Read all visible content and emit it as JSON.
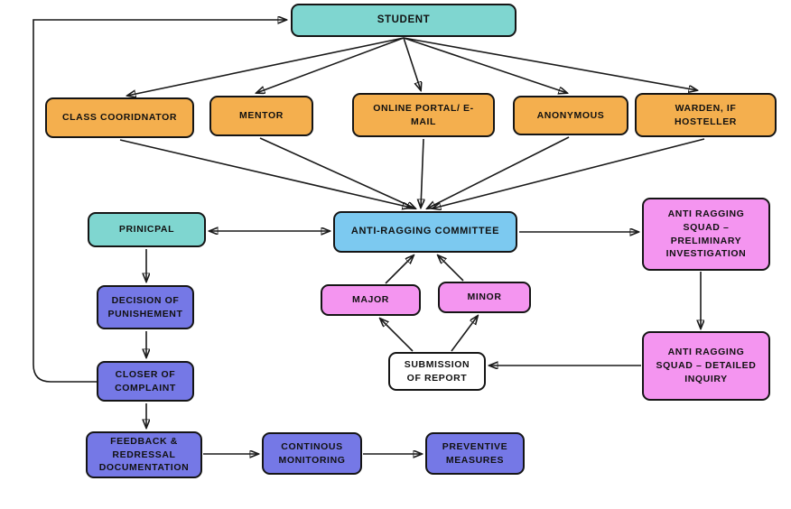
{
  "colors": {
    "teal": "#7fd6d0",
    "orange": "#f4af4e",
    "light_blue": "#7cc9f0",
    "pink": "#f495f0",
    "purple": "#7578e6",
    "white": "#ffffff",
    "line": "#1a1a1a",
    "background": "#ffffff"
  },
  "nodes": {
    "student": {
      "label": "STUDENT"
    },
    "class_coordinator": {
      "label": "CLASS COORIDNATOR"
    },
    "mentor": {
      "label": "MENTOR"
    },
    "online_portal": {
      "label": "ONLINE PORTAL/ E-MAIL"
    },
    "anonymous": {
      "label": "ANONYMOUS"
    },
    "warden": {
      "label": "WARDEN, IF HOSTELLER"
    },
    "principal": {
      "label": "PRINICPAL"
    },
    "committee": {
      "label": "ANTI-RAGGING COMMITTEE"
    },
    "squad_preliminary": {
      "label": "ANTI RAGGING SQUAD – PRELIMINARY INVESTIGATION"
    },
    "major": {
      "label": "MAJOR"
    },
    "minor": {
      "label": "MINOR"
    },
    "decision": {
      "label": "DECISION OF PUNISHEMENT"
    },
    "closure": {
      "label": "CLOSER OF COMPLAINT"
    },
    "submission": {
      "label": "SUBMISSION OF REPORT"
    },
    "squad_detailed": {
      "label": "ANTI RAGGING SQUAD – DETAILED INQUIRY"
    },
    "feedback": {
      "label": "FEEDBACK & REDRESSAL DOCUMENTATION"
    },
    "monitoring": {
      "label": "CONTINOUS MONITORING"
    },
    "preventive": {
      "label": "PREVENTIVE MEASURES"
    }
  },
  "edges": [
    {
      "from": "closure",
      "to": "student",
      "type": "arrow"
    },
    {
      "from": "student",
      "to": "class_coordinator",
      "type": "arrow"
    },
    {
      "from": "student",
      "to": "mentor",
      "type": "arrow"
    },
    {
      "from": "student",
      "to": "online_portal",
      "type": "arrow"
    },
    {
      "from": "student",
      "to": "anonymous",
      "type": "arrow"
    },
    {
      "from": "student",
      "to": "warden",
      "type": "arrow"
    },
    {
      "from": "class_coordinator",
      "to": "committee",
      "type": "arrow"
    },
    {
      "from": "mentor",
      "to": "committee",
      "type": "arrow"
    },
    {
      "from": "online_portal",
      "to": "committee",
      "type": "arrow"
    },
    {
      "from": "anonymous",
      "to": "committee",
      "type": "arrow"
    },
    {
      "from": "warden",
      "to": "committee",
      "type": "arrow"
    },
    {
      "from": "committee",
      "to": "principal",
      "type": "double-arrow"
    },
    {
      "from": "committee",
      "to": "squad_preliminary",
      "type": "arrow"
    },
    {
      "from": "principal",
      "to": "decision",
      "type": "arrow"
    },
    {
      "from": "decision",
      "to": "closure",
      "type": "arrow"
    },
    {
      "from": "closure",
      "to": "feedback",
      "type": "arrow"
    },
    {
      "from": "feedback",
      "to": "monitoring",
      "type": "arrow"
    },
    {
      "from": "monitoring",
      "to": "preventive",
      "type": "arrow"
    },
    {
      "from": "major",
      "to": "committee",
      "type": "arrow"
    },
    {
      "from": "minor",
      "to": "committee",
      "type": "arrow"
    },
    {
      "from": "submission",
      "to": "major",
      "type": "arrow"
    },
    {
      "from": "submission",
      "to": "minor",
      "type": "arrow"
    },
    {
      "from": "squad_preliminary",
      "to": "squad_detailed",
      "type": "arrow"
    },
    {
      "from": "squad_detailed",
      "to": "submission",
      "type": "arrow"
    }
  ]
}
